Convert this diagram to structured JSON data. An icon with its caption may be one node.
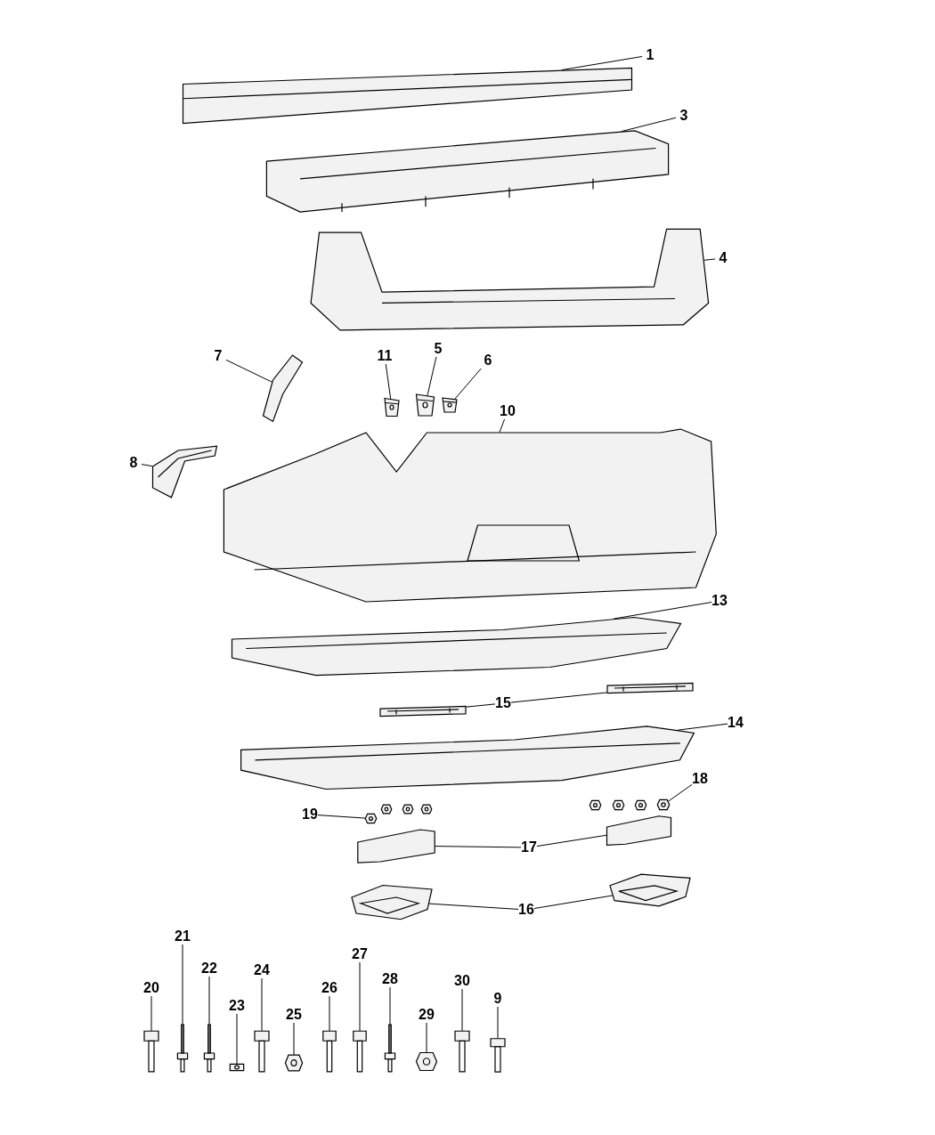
{
  "diagram": {
    "nodes": [
      {
        "text": [
          "1"
        ]
      },
      {
        "text": [],
        "shape": "picture"
      },
      {
        "text": [
          "3"
        ]
      },
      {
        "text": [],
        "shape": "picture"
      },
      {
        "text": [
          "4"
        ]
      },
      {
        "text": [],
        "shape": "picture"
      },
      {
        "text": [
          "7"
        ]
      },
      {
        "text": [],
        "shape": "picture"
      },
      {
        "text": [
          "11"
        ]
      },
      {
        "text": [],
        "shape": "picture"
      },
      {
        "text": [
          "5"
        ]
      },
      {
        "text": [],
        "shape": "picture"
      },
      {
        "text": [
          "6"
        ]
      },
      {
        "text": [],
        "shape": "picture"
      },
      {
        "text": [
          "10"
        ]
      },
      {
        "text": [],
        "shape": "picture"
      },
      {
        "text": [
          "8"
        ]
      },
      {
        "text": [],
        "shape": "picture"
      },
      {
        "text": [
          "13"
        ]
      },
      {
        "text": [],
        "shape": "picture"
      },
      {
        "text": [
          "15"
        ]
      },
      {
        "text": [],
        "shape": "picture"
      },
      {
        "text": [],
        "shape": "picture"
      },
      {
        "text": [
          "14"
        ]
      },
      {
        "text": [],
        "shape": "picture"
      },
      {
        "text": [
          "18"
        ]
      },
      {
        "text": [],
        "shape": "picture"
      },
      {
        "text": [
          "19"
        ]
      },
      {
        "text": [],
        "shape": "picture"
      },
      {
        "text": [
          "17"
        ]
      },
      {
        "text": [],
        "shape": "picture"
      },
      {
        "text": [],
        "shape": "picture"
      },
      {
        "text": [
          "16"
        ]
      },
      {
        "text": [],
        "shape": "picture"
      },
      {
        "text": [],
        "shape": "picture"
      },
      {
        "text": [
          "20"
        ]
      },
      {
        "text": [],
        "shape": "picture"
      },
      {
        "text": [
          "21"
        ]
      },
      {
        "text": [],
        "shape": "picture"
      },
      {
        "text": [
          "22"
        ]
      },
      {
        "text": [],
        "shape": "picture"
      },
      {
        "text": [
          "23"
        ]
      },
      {
        "text": [],
        "shape": "picture"
      },
      {
        "text": [
          "24"
        ]
      },
      {
        "text": [],
        "shape": "picture"
      },
      {
        "text": [
          "25"
        ]
      },
      {
        "text": [],
        "shape": "picture"
      },
      {
        "text": [
          "26"
        ]
      },
      {
        "text": [],
        "shape": "picture"
      },
      {
        "text": [
          "27"
        ]
      },
      {
        "text": [],
        "shape": "picture"
      },
      {
        "text": [
          "28"
        ]
      },
      {
        "text": [],
        "shape": "picture"
      },
      {
        "text": [
          "29"
        ]
      },
      {
        "text": [],
        "shape": "picture"
      },
      {
        "text": [
          "30"
        ]
      },
      {
        "text": [],
        "shape": "picture"
      },
      {
        "text": [
          "9"
        ]
      },
      {
        "text": [],
        "shape": "picture"
      },
      {
        "text": [],
        "shape": "picture"
      },
      {
        "text": [],
        "shape": "picture"
      },
      {
        "text": [],
        "shape": "picture"
      },
      {
        "text": [],
        "shape": "picture"
      },
      {
        "text": [],
        "shape": "picture"
      },
      {
        "text": [],
        "shape": "picture"
      }
    ],
    "edges": [
      {
        "from": 0,
        "to": 1,
        "arrow": "none"
      },
      {
        "from": 2,
        "to": 3,
        "arrow": "none"
      },
      {
        "from": 4,
        "to": 5,
        "arrow": "none"
      },
      {
        "from": 6,
        "to": 7,
        "arrow": "none"
      },
      {
        "from": 8,
        "to": 9,
        "arrow": "none"
      },
      {
        "from": 10,
        "to": 11,
        "arrow": "none"
      },
      {
        "from": 12,
        "to": 13,
        "arrow": "none"
      },
      {
        "from": 14,
        "to": 15,
        "arrow": "none"
      },
      {
        "from": 16,
        "to": 17,
        "arrow": "none"
      },
      {
        "from": 18,
        "to": 19,
        "arrow": "none"
      },
      {
        "from": 20,
        "to": 21,
        "arrow": "none"
      },
      {
        "from": 20,
        "to": 22,
        "arrow": "none"
      },
      {
        "from": 23,
        "to": 24,
        "arrow": "none"
      },
      {
        "from": 25,
        "to": 26,
        "arrow": "none"
      },
      {
        "from": 27,
        "to": 28,
        "arrow": "none"
      },
      {
        "from": 29,
        "to": 30,
        "arrow": "none"
      },
      {
        "from": 29,
        "to": 31,
        "arrow": "none"
      },
      {
        "from": 32,
        "to": 33,
        "arrow": "none"
      },
      {
        "from": 32,
        "to": 34,
        "arrow": "none"
      },
      {
        "from": 35,
        "to": 36,
        "arrow": "none"
      },
      {
        "from": 37,
        "to": 38,
        "arrow": "none"
      },
      {
        "from": 39,
        "to": 40,
        "arrow": "none"
      },
      {
        "from": 41,
        "to": 42,
        "arrow": "none"
      },
      {
        "from": 43,
        "to": 44,
        "arrow": "none"
      },
      {
        "from": 45,
        "to": 46,
        "arrow": "none"
      },
      {
        "from": 47,
        "to": 48,
        "arrow": "none"
      },
      {
        "from": 49,
        "to": 50,
        "arrow": "none"
      },
      {
        "from": 51,
        "to": 52,
        "arrow": "none"
      },
      {
        "from": 53,
        "to": 54,
        "arrow": "none"
      },
      {
        "from": 55,
        "to": 56,
        "arrow": "none"
      },
      {
        "from": 57,
        "to": 58,
        "arrow": "none"
      }
    ]
  }
}
